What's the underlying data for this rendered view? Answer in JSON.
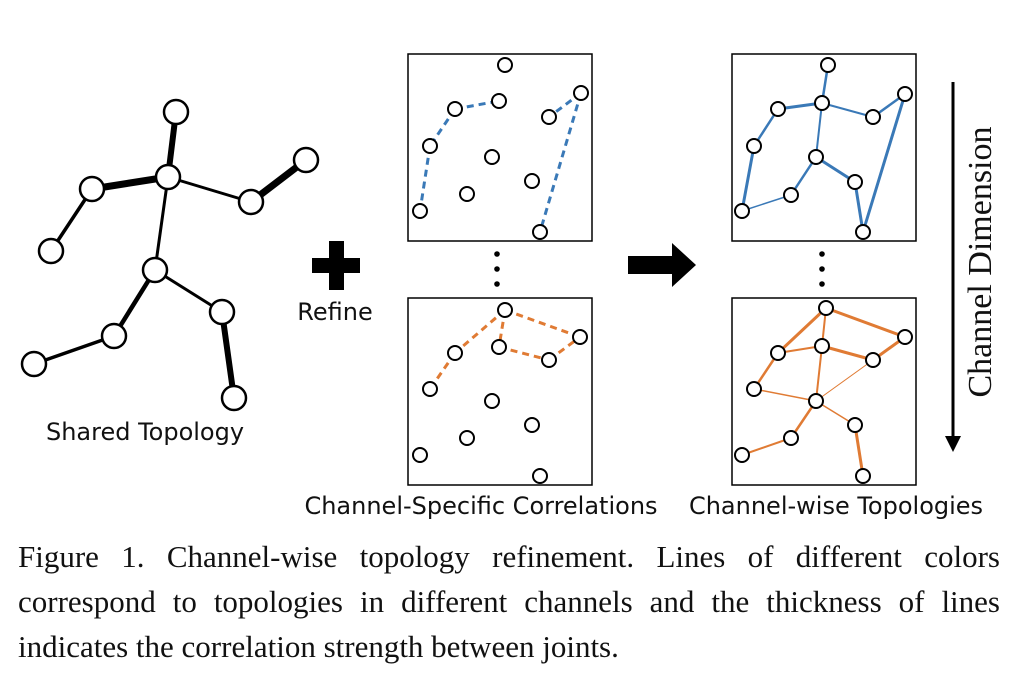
{
  "labels": {
    "shared_topology": "Shared Topology",
    "refine": "Refine",
    "channel_specific": "Channel-Specific Correlations",
    "channel_wise": "Channel-wise Topologies",
    "channel_dimension": "Channel Dimension"
  },
  "caption": {
    "prefix": "Figure 1.",
    "text": "Channel-wise topology refinement. Lines of different colors correspond to topologies in different channels and the thickness of lines indicates the correlation strength between joints."
  },
  "colors": {
    "blue": "#3a79b7",
    "orange": "#e07b34",
    "ink": "#000000"
  }
}
